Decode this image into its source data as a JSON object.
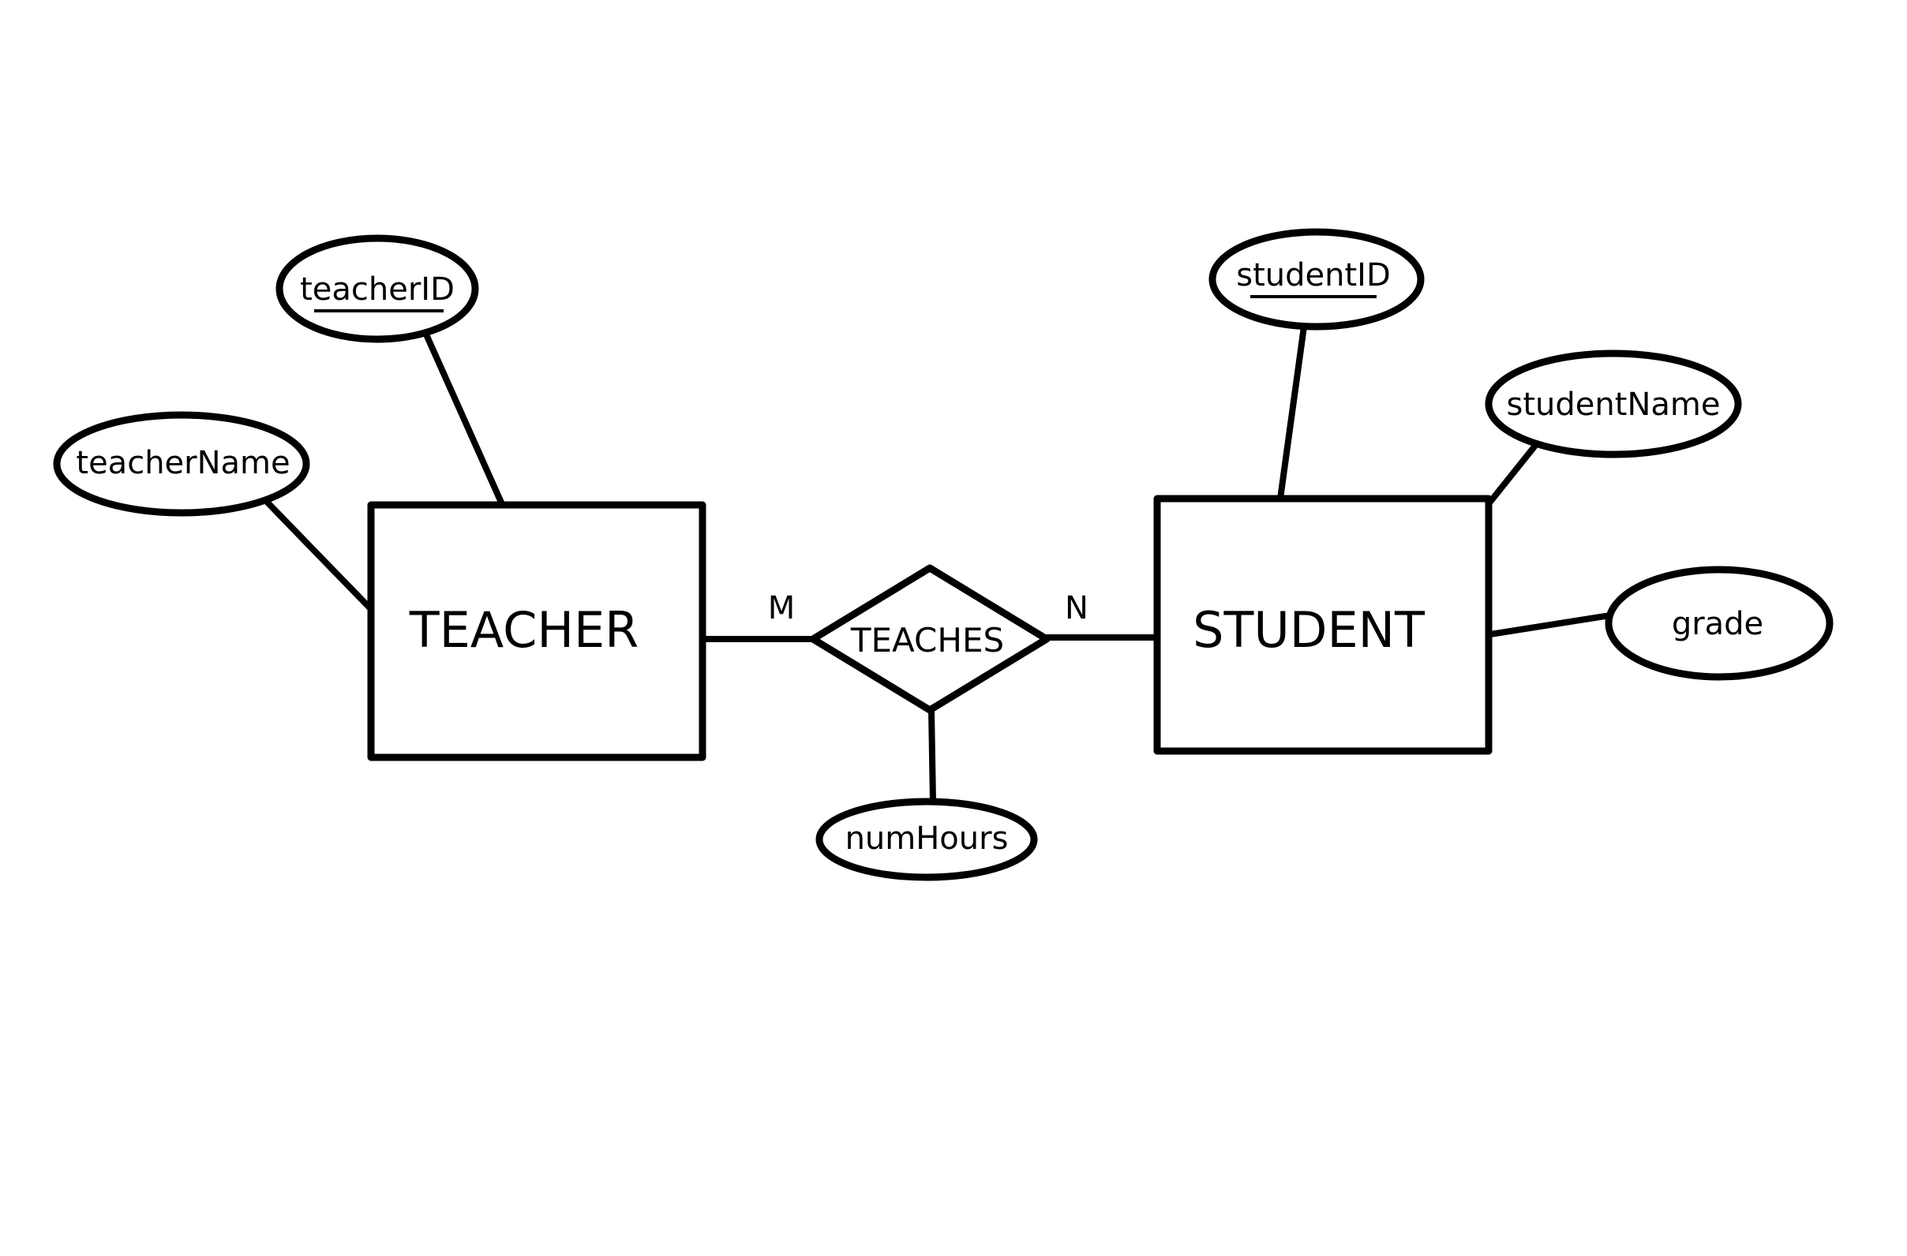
{
  "entities": {
    "teacher": {
      "label": "TEACHER",
      "attributes": {
        "teacher_id": {
          "label": "teacherID",
          "key": true
        },
        "teacher_name": {
          "label": "teacherName",
          "key": false
        }
      }
    },
    "student": {
      "label": "STUDENT",
      "attributes": {
        "student_id": {
          "label": "studentID",
          "key": true
        },
        "student_name": {
          "label": "studentName",
          "key": false
        },
        "grade": {
          "label": "grade",
          "key": false
        }
      }
    }
  },
  "relationship": {
    "label": "TEACHES",
    "attributes": {
      "num_hours": {
        "label": "numHours",
        "key": false
      }
    },
    "cardinality": {
      "teacher_side": "M",
      "student_side": "N"
    }
  }
}
